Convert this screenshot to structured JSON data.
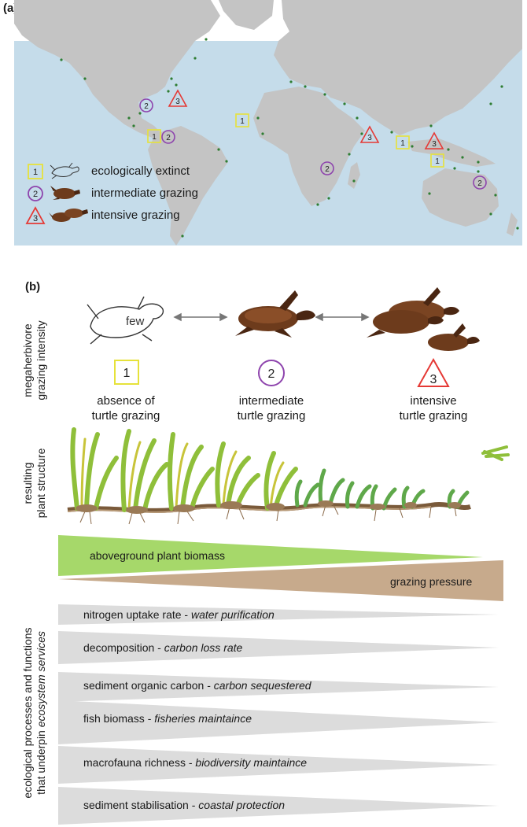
{
  "panel_a": {
    "label": "(a)",
    "legend": [
      {
        "marker": "square",
        "number": "1",
        "text": "ecologically extinct",
        "icon": "turtle-outline-icon"
      },
      {
        "marker": "circle",
        "number": "2",
        "text": "intermediate grazing",
        "icon": "turtle-icon"
      },
      {
        "marker": "triangle",
        "number": "3",
        "text": "intensive grazing",
        "icon": "turtle-pair-icon"
      }
    ],
    "map_markers": [
      {
        "marker": "circle",
        "number": "2"
      },
      {
        "marker": "triangle",
        "number": "3"
      },
      {
        "marker": "square",
        "number": "1"
      },
      {
        "marker": "square",
        "number": "1"
      },
      {
        "marker": "circle",
        "number": "2"
      },
      {
        "marker": "circle",
        "number": "2"
      },
      {
        "marker": "triangle",
        "number": "3"
      },
      {
        "marker": "square",
        "number": "1"
      },
      {
        "marker": "triangle",
        "number": "3"
      },
      {
        "marker": "square",
        "number": "1"
      },
      {
        "marker": "circle",
        "number": "2"
      }
    ]
  },
  "panel_b": {
    "label": "(b)",
    "side_label_top": [
      "megaherbivore",
      "grazing intensity"
    ],
    "side_label_mid": [
      "resulting",
      "plant structure"
    ],
    "side_label_bottom_line1": "ecological processes and functions",
    "side_label_bottom_line2_plain": "that underpin ",
    "side_label_bottom_line2_italic": "ecosystem services",
    "few_label": "few",
    "categories": [
      {
        "number": "1",
        "marker": "square",
        "line1": "absence of",
        "line2": "turtle grazing"
      },
      {
        "number": "2",
        "marker": "circle",
        "line1": "intermediate",
        "line2": "turtle grazing"
      },
      {
        "number": "3",
        "marker": "triangle",
        "line1": "intensive",
        "line2": "turtle grazing"
      }
    ],
    "biomass_label": "aboveground plant biomass",
    "grazing_label": "grazing pressure",
    "processes": [
      {
        "plain": "nitrogen uptake rate - ",
        "italic": "water purification"
      },
      {
        "plain": "decomposition - ",
        "italic": "carbon loss rate"
      },
      {
        "plain": "sediment organic carbon - ",
        "italic": "carbon sequestered"
      },
      {
        "plain": "fish biomass - ",
        "italic": "fisheries maintaince"
      },
      {
        "plain": "macrofauna richness - ",
        "italic": "biodiversity maintaince"
      },
      {
        "plain": "sediment stabilisation - ",
        "italic": "coastal protection"
      }
    ]
  },
  "colors": {
    "ocean": "#c5dcea",
    "land": "#c4c4c4",
    "seagrass": "#2e7d32",
    "square": "#e6e23a",
    "circle": "#8e44ad",
    "triangle": "#e53935",
    "biomass": "#a6d86a",
    "grazing": "#c7aa8c",
    "process": "#dcdcdc",
    "turtle": "#6d3b1c"
  }
}
